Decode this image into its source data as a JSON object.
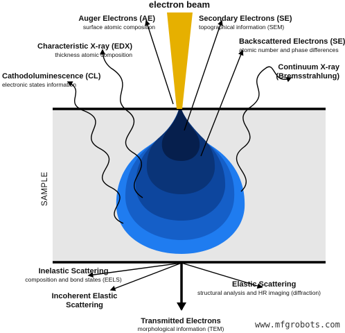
{
  "beam": {
    "label": "electron beam"
  },
  "sample": {
    "label": "SAMPLE"
  },
  "colors": {
    "beam": "#e6b000",
    "sample_fill": "#e6e6e6",
    "interaction_outer": "#1f7cf0",
    "interaction_2": "#155fc8",
    "interaction_3": "#0d469e",
    "interaction_4": "#0a3478",
    "interaction_core": "#061f4d"
  },
  "signals": {
    "auger": {
      "title": "Auger Electrons (AE)",
      "subtitle": "surface atomic composition"
    },
    "secondary": {
      "title": "Secondary Electrons (SE)",
      "subtitle": "topographical information (SEM)"
    },
    "backscattered": {
      "title": "Backscattered Electrons (SE)",
      "subtitle": "atomic number and phase differences"
    },
    "characteristic_xray": {
      "title": "Characteristic X-ray (EDX)",
      "subtitle": "thickness atomic composition"
    },
    "cathodoluminescence": {
      "title": "Cathodoluminescence (CL)",
      "subtitle": "electronic states information"
    },
    "continuum_xray": {
      "title_line1": "Continuum X-ray",
      "title_line2": "(Bremsstrahlung)"
    },
    "inelastic": {
      "title": "Inelastic Scattering",
      "subtitle": "composition and bond states (EELS)"
    },
    "elastic": {
      "title": "Elastic Scattering",
      "subtitle": "structural analysis and HR imaging (diffraction)"
    },
    "incoherent": {
      "title_line1": "Incoherent Elastic",
      "title_line2": "Scattering"
    },
    "transmitted": {
      "title": "Transmitted Electrons",
      "subtitle": "morphological information (TEM)"
    }
  },
  "watermark": "www.mfgrobots.com"
}
